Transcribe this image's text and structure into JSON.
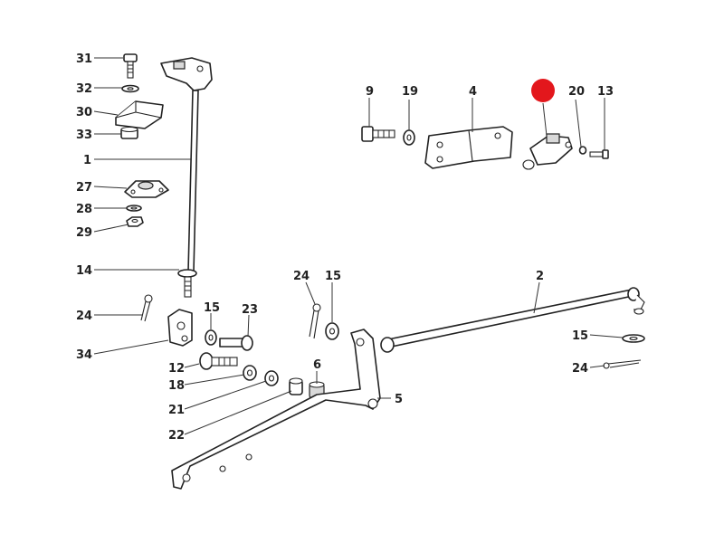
{
  "callouts": {
    "c31": "31",
    "c32": "32",
    "c30": "30",
    "c33": "33",
    "c1": "1",
    "c27": "27",
    "c28": "28",
    "c29": "29",
    "c14": "14",
    "c24a": "24",
    "c34": "34",
    "c15a": "15",
    "c23": "23",
    "c12": "12",
    "c18": "18",
    "c21": "21",
    "c22": "22",
    "c24b": "24",
    "c15b": "15",
    "c6": "6",
    "c5": "5",
    "c2": "2",
    "c15c": "15",
    "c24c": "24",
    "c9": "9",
    "c19": "19",
    "c4": "4",
    "c20": "20",
    "c13": "13"
  },
  "colors": {
    "ink": "#222222",
    "highlight": "#e3171c"
  }
}
